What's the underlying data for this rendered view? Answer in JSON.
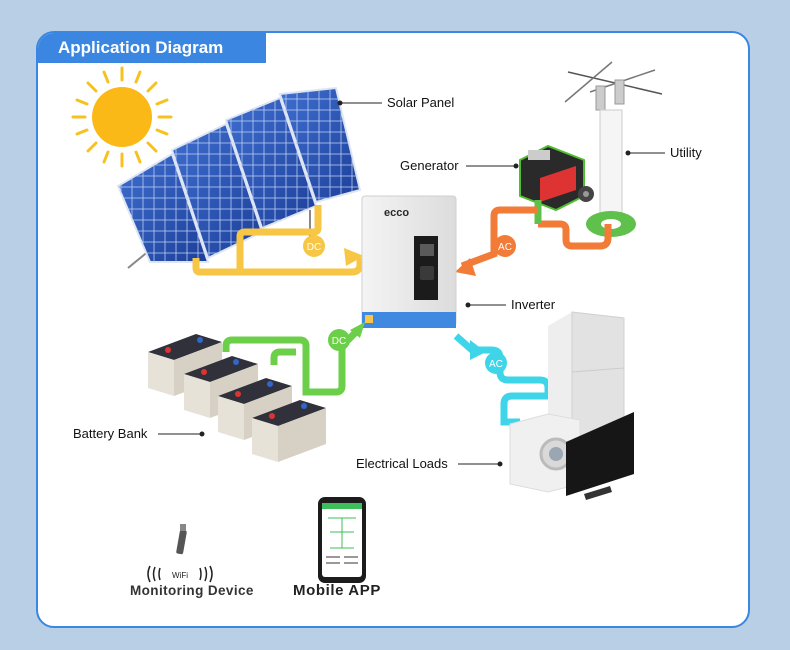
{
  "title": "Application Diagram",
  "labels": {
    "solar_panel": "Solar Panel",
    "utility": "Utility",
    "generator": "Generator",
    "inverter": "Inverter",
    "battery_bank": "Battery Bank",
    "electrical_loads": "Electrical Loads",
    "monitoring_device": "Monitoring Device",
    "mobile_app": "Mobile APP"
  },
  "badges": {
    "dc_solar": "DC",
    "ac_generator": "AC",
    "dc_battery": "DC",
    "ac_loads": "AC"
  },
  "inverter_brand": "ecco",
  "wifi_text": "WiFi",
  "colors": {
    "background": "#b9cfe6",
    "accent": "#3a86e0",
    "dc_solar_line": "#f7c645",
    "ac_generator_line": "#f27b38",
    "dc_battery_line": "#6ccf4a",
    "ac_loads_line": "#3fd5e8"
  }
}
